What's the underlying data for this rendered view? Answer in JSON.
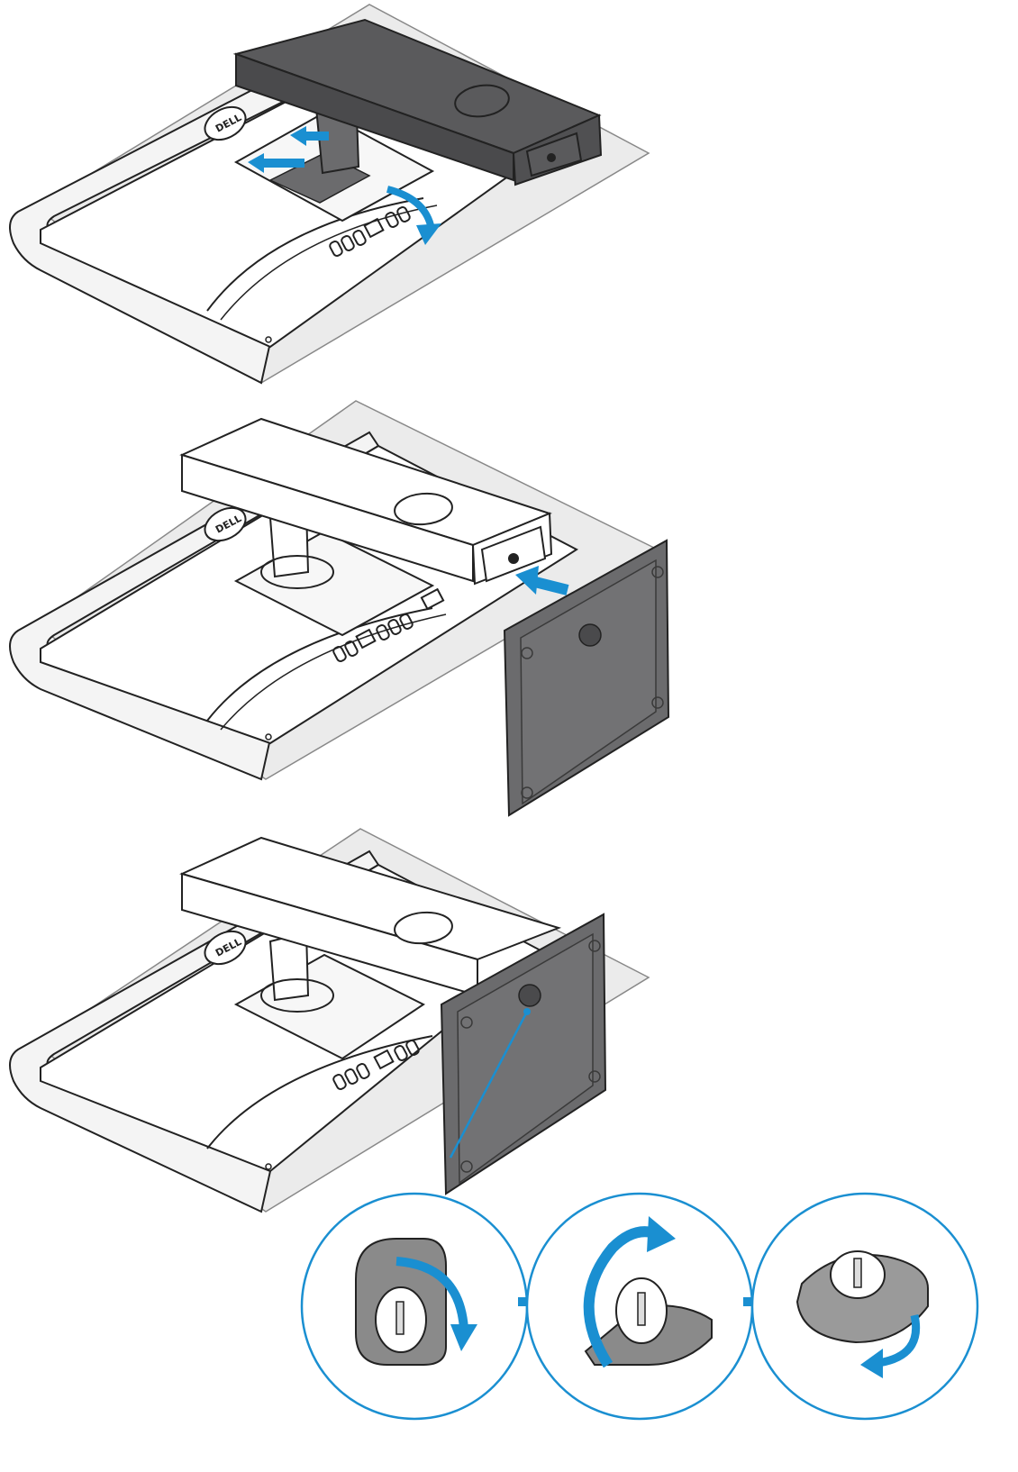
{
  "colors": {
    "accent": "#1a8fd1",
    "stand_dark": "#5a5a5c",
    "stand_light": "#ffffff",
    "base_plate": "#6b6b6d",
    "paper": "#ebebeb",
    "line": "#1a1a1a",
    "detail_grey": "#9a9a9a"
  },
  "logo": {
    "text": "DELL"
  },
  "steps": [
    {
      "id": "step-1",
      "stand_shade": "dark",
      "arrows": [
        "slide-left",
        "slide-left",
        "rotate-down"
      ]
    },
    {
      "id": "step-2",
      "stand_shade": "light",
      "arrows": [
        "insert-base"
      ]
    },
    {
      "id": "step-3",
      "stand_shade": "light",
      "callouts": [
        "lift-screw-handle",
        "tighten-screw",
        "fold-screw-handle"
      ]
    }
  ]
}
